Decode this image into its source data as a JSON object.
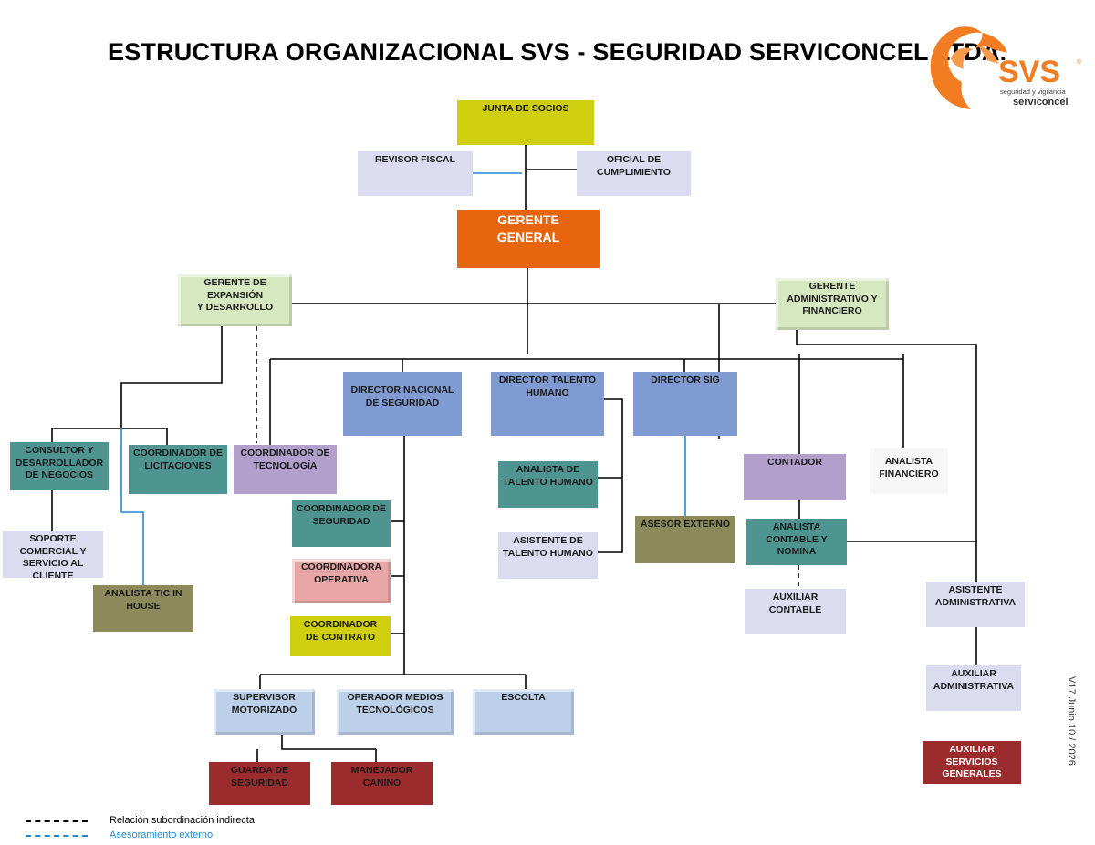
{
  "title": "ESTRUCTURA ORGANIZACIONAL SVS - SEGURIDAD SERVICONCEL LTDA.",
  "logo": {
    "brand": "SVS",
    "registered": "®",
    "tagline": "seguridad y vigilancia",
    "name": "serviconcel",
    "color": "#f27c22"
  },
  "version": "V17 Junio 10 / 2026",
  "legend": [
    {
      "label": "Relación subordinación indirecta",
      "color": "#000000"
    },
    {
      "label": "Asesoramiento externo",
      "color": "#1f8ad4"
    }
  ],
  "boxes": [
    {
      "id": "junta",
      "label": "JUNTA DE SOCIOS",
      "color": "#cfcf0f"
    },
    {
      "id": "revisor",
      "label": "REVISOR FISCAL",
      "color": "#dcdcf0"
    },
    {
      "id": "oficial",
      "label": "OFICIAL DE\nCUMPLIMIENTO",
      "color": "#dcdcf0"
    },
    {
      "id": "gerente",
      "label": "GERENTE\nGENERAL",
      "color": "#e7650f"
    },
    {
      "id": "expansion",
      "label": "GERENTE DE\nEXPANSIÓN\nY DESARROLLO",
      "color": "#d6e8c0"
    },
    {
      "id": "admin",
      "label": "GERENTE\nADMINISTRATIVO Y\nFINANCIERO",
      "color": "#d6e8c0"
    },
    {
      "id": "dir-seg",
      "label": "DIRECTOR NACIONAL\nDE SEGURIDAD",
      "color": "#7f9bd1"
    },
    {
      "id": "dir-th",
      "label": "DIRECTOR TALENTO\nHUMANO",
      "color": "#7f9bd1"
    },
    {
      "id": "dir-sig",
      "label": "DIRECTOR SIG",
      "color": "#7f9bd1"
    },
    {
      "id": "consultor",
      "label": "CONSULTOR Y\nDESARROLLADOR\nDE NEGOCIOS",
      "color": "#4e9591"
    },
    {
      "id": "licitaciones",
      "label": "COORDINADOR DE\nLICITACIONES",
      "color": "#4e9591"
    },
    {
      "id": "tecnologia",
      "label": "COORDINADOR DE\nTECNOLOGÍA",
      "color": "#b29fcc"
    },
    {
      "id": "soporte",
      "label": "SOPORTE\nCOMERCIAL Y\nSERVICIO AL\nCLIENTE",
      "color": "#dcdcf0"
    },
    {
      "id": "tic",
      "label": "ANALISTA TIC IN\nHOUSE",
      "color": "#8c8a5b"
    },
    {
      "id": "coord-seg",
      "label": "COORDINADOR DE\nSEGURIDAD",
      "color": "#4e9591"
    },
    {
      "id": "coord-op",
      "label": "COORDINADORA\nOPERATIVA",
      "color": "#e8a6a6"
    },
    {
      "id": "coord-cont",
      "label": "COORDINADOR\nDE CONTRATO",
      "color": "#cfcf0f"
    },
    {
      "id": "an-th",
      "label": "ANALISTA DE\nTALENTO HUMANO",
      "color": "#4e9591"
    },
    {
      "id": "as-th",
      "label": "ASISTENTE DE\nTALENTO HUMANO",
      "color": "#dcdcf0"
    },
    {
      "id": "asesor",
      "label": "ASESOR EXTERNO",
      "color": "#8c8a5b"
    },
    {
      "id": "contador",
      "label": "CONTADOR",
      "color": "#b29fcc"
    },
    {
      "id": "an-fin",
      "label": "ANALISTA\nFINANCIERO",
      "color": "#f7f7f7"
    },
    {
      "id": "an-cont",
      "label": "ANALISTA\nCONTABLE Y\nNOMINA",
      "color": "#4e9591"
    },
    {
      "id": "aux-cont",
      "label": "AUXILIAR\nCONTABLE",
      "color": "#dcdcf0"
    },
    {
      "id": "as-adm",
      "label": "ASISTENTE\nADMINISTRATIVA",
      "color": "#dcdcf0"
    },
    {
      "id": "aux-adm",
      "label": "AUXILIAR\nADMINISTRATIVA",
      "color": "#dcdcf0"
    },
    {
      "id": "aux-serv",
      "label": "AUXILIAR\nSERVICIOS\nGENERALES",
      "color": "#9c2b2e"
    },
    {
      "id": "supervisor",
      "label": "SUPERVISOR\nMOTORIZADO",
      "color": "#bcd0ea"
    },
    {
      "id": "operador",
      "label": "OPERADOR MEDIOS\nTECNOLÓGICOS",
      "color": "#bcd0ea"
    },
    {
      "id": "escolta",
      "label": "ESCOLTA",
      "color": "#bcd0ea"
    },
    {
      "id": "guarda",
      "label": "GUARDA DE\nSEGURIDAD",
      "color": "#9c2b2e"
    },
    {
      "id": "manejador",
      "label": "MANEJADOR\nCANINO",
      "color": "#9c2b2e"
    }
  ]
}
